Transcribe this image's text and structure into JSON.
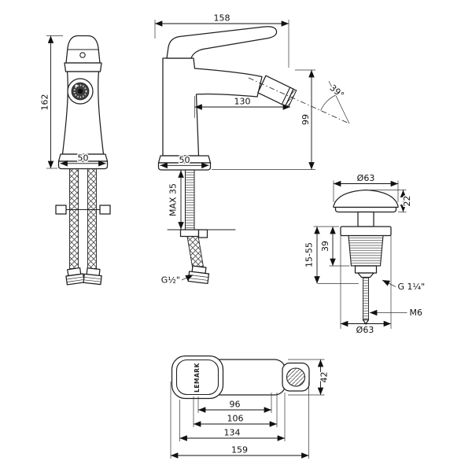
{
  "drawing": {
    "front_view": {
      "height": "162",
      "base_width": "50"
    },
    "side_view": {
      "total_length": "158",
      "spout_reach": "130",
      "spout_height": "99",
      "base_width": "50",
      "spray_angle": "39°",
      "max_deck_thickness": "MAX 35",
      "inlet_thread": "G½\""
    },
    "drain_valve": {
      "cap_diameter": "Ø63",
      "cap_height": "22",
      "body_height": "39",
      "adjustment_range": "15-55",
      "connection_thread": "G 1¼\"",
      "screw_thread": "M6",
      "flange_diameter": "Ø63"
    },
    "top_view": {
      "body_depth": "42",
      "dim_96": "96",
      "dim_106": "106",
      "dim_134": "134",
      "dim_159": "159",
      "brand": "LEMARK"
    }
  }
}
